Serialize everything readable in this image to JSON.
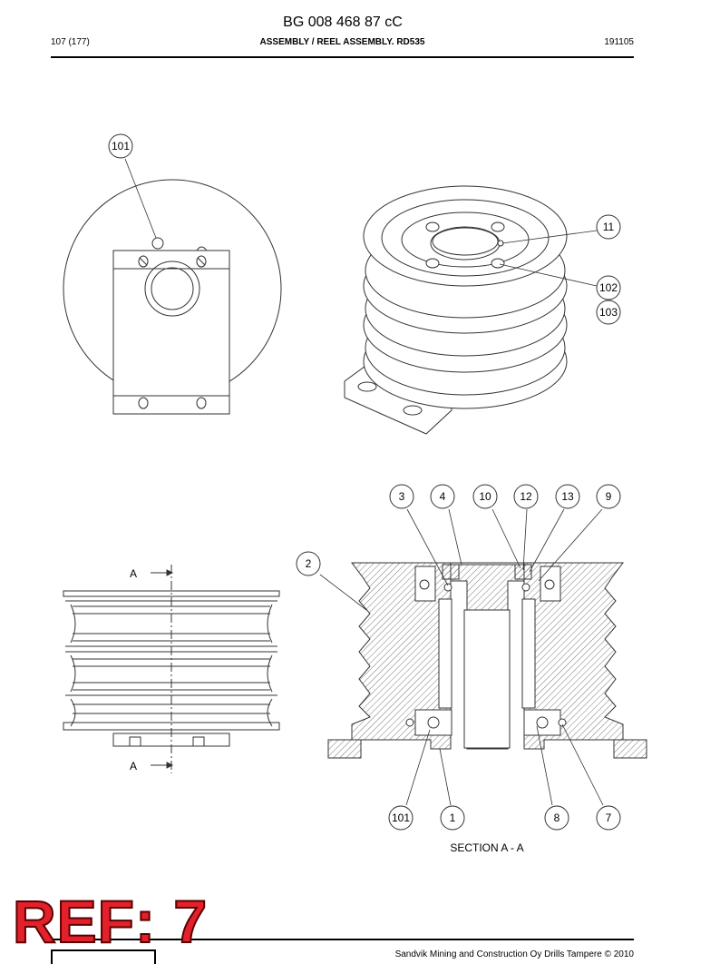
{
  "header": {
    "doc_number": "BG 008 468 87 cC",
    "page_count": "107 (177)",
    "section_title": "ASSEMBLY / REEL ASSEMBLY. RD535",
    "doc_date": "191105"
  },
  "callouts": {
    "c101_top": "101",
    "c11": "11",
    "c102": "102",
    "c103": "103",
    "c3": "3",
    "c4": "4",
    "c10": "10",
    "c12": "12",
    "c13": "13",
    "c9": "9",
    "c2": "2",
    "c101_bottom": "101",
    "c1": "1",
    "c8": "8",
    "c7": "7"
  },
  "section_marks": {
    "top": "A",
    "bottom": "A"
  },
  "section_caption": "SECTION A - A",
  "footer": {
    "copyright": "Sandvik Mining and Construction Oy Drills Tampere © 2010",
    "ref_stamp": "REF: 7"
  }
}
